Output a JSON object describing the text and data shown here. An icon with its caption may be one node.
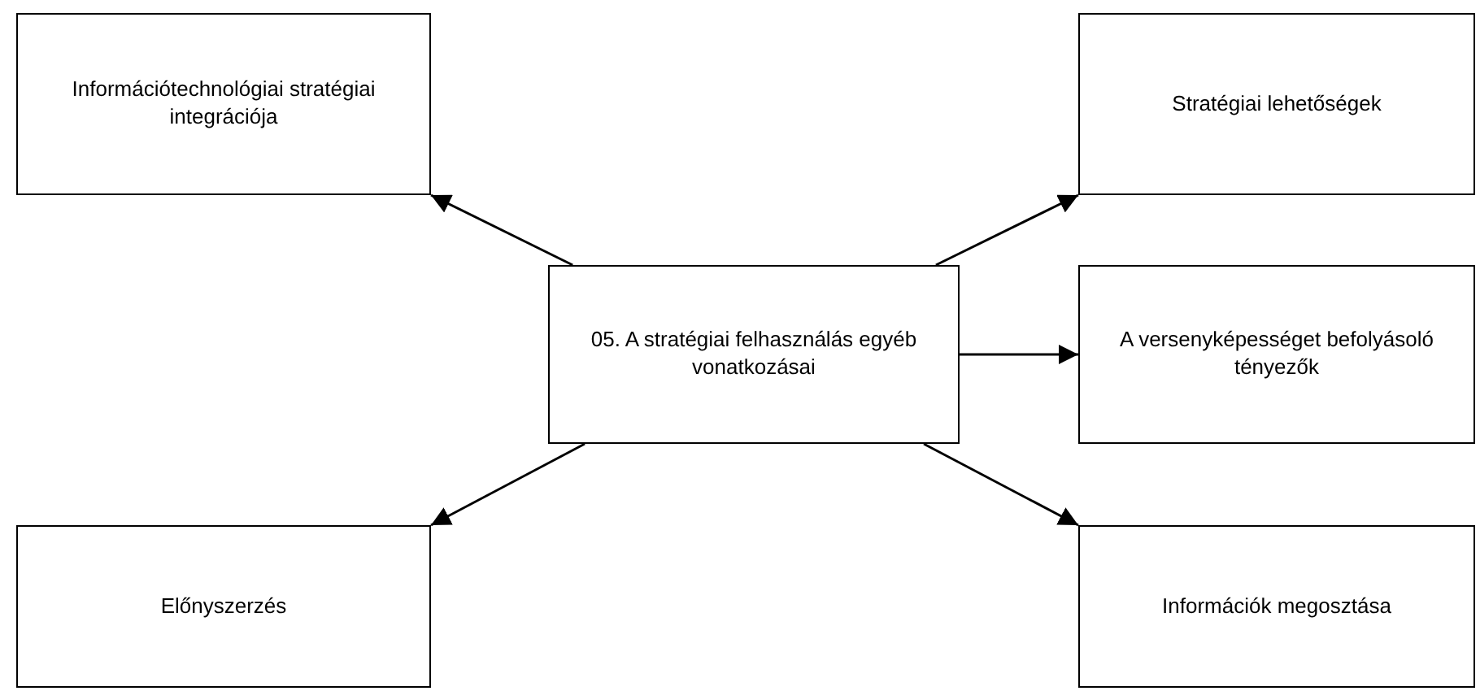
{
  "diagram": {
    "nodes": [
      {
        "text": [
          "Információtechnológiai stratégiai integrációja"
        ]
      },
      {
        "text": [
          "Stratégiai lehetőségek"
        ]
      },
      {
        "text": [
          "05. A stratégiai felhasználás egyéb vonatkozásai"
        ]
      },
      {
        "text": [
          "A versenyképességet befolyásoló tényezők"
        ]
      },
      {
        "text": [
          "Előnyszerzés"
        ]
      },
      {
        "text": [
          "Információk megosztása"
        ]
      }
    ],
    "edges": [
      {
        "from": 2,
        "to": 0,
        "arrow": "to"
      },
      {
        "from": 2,
        "to": 1,
        "arrow": "to"
      },
      {
        "from": 2,
        "to": 3,
        "arrow": "to"
      },
      {
        "from": 2,
        "to": 4,
        "arrow": "to"
      },
      {
        "from": 2,
        "to": 5,
        "arrow": "to"
      }
    ]
  }
}
